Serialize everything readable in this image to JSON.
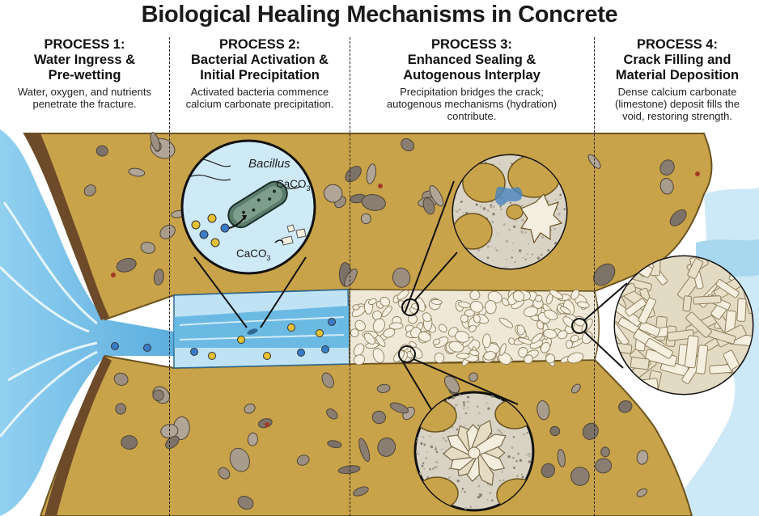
{
  "title": "Biological Healing Mechanisms in Concrete",
  "processes": [
    {
      "heading_1": "PROCESS 1:",
      "heading_2": "Water Ingress &",
      "heading_3": "Pre-wetting",
      "desc_1": "Water, oxygen, and nutrients",
      "desc_2": "penetrate the fracture.",
      "desc_3": ""
    },
    {
      "heading_1": "PROCESS 2:",
      "heading_2": "Bacterial Activation &",
      "heading_3": "Initial Precipitation",
      "desc_1": "Activated bacteria commence",
      "desc_2": "calcium carbonate precipitation.",
      "desc_3": ""
    },
    {
      "heading_1": "PROCESS 3:",
      "heading_2": "Enhanced Sealing &",
      "heading_3": "Autogenous Interplay",
      "desc_1": "Precipitation bridges the crack;",
      "desc_2": "autogenous mechanisms (hydration)",
      "desc_3": "contribute."
    },
    {
      "heading_1": "PROCESS 4:",
      "heading_2": "Crack Filling and",
      "heading_3": "Material Deposition",
      "desc_1": "Dense calcium carbonate",
      "desc_2": "(limestone) deposit fills the",
      "desc_3": "void, restoring strength."
    }
  ],
  "labels": {
    "bacillus": "Bacillus",
    "caco3_top": "CaCO",
    "caco3_bottom": "CaCO",
    "subscript": "3"
  },
  "colors": {
    "concrete": "#c9a349",
    "concrete_dark": "#a88530",
    "water": "#5cb3e0",
    "water_light": "#bfe3f5",
    "crystal": "#efe8d6"
  }
}
